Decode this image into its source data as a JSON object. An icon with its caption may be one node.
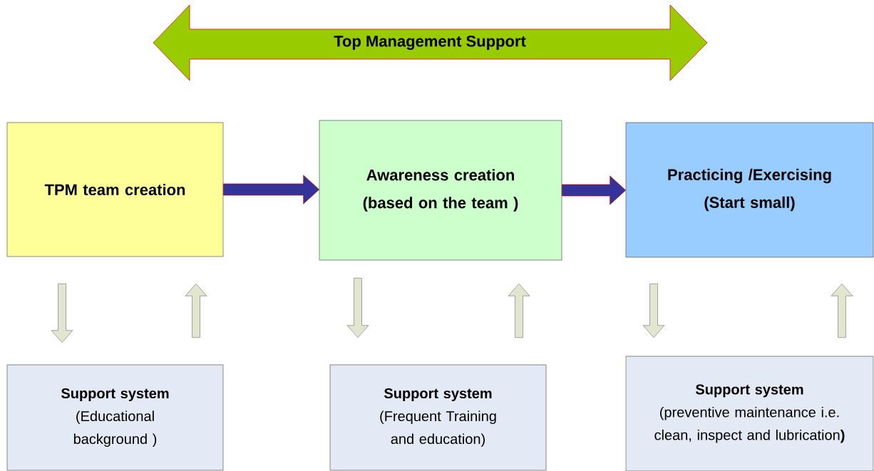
{
  "diagram": {
    "nodes": [
      {
        "text": [
          "Top Management Support"
        ]
      },
      {
        "text": [
          "TPM team creation"
        ]
      },
      {
        "text": [
          "Awareness creation (based on the team )"
        ]
      },
      {
        "text": [
          "Practicing /Exercising (Start small)"
        ]
      },
      {
        "text": [
          "Support system",
          "(Educational background )"
        ]
      },
      {
        "text": [
          "Support system",
          "(Frequent Training and education)"
        ]
      },
      {
        "text": [
          "Support system",
          "(preventive maintenance i.e. clean, inspect and lubrication**)**"
        ]
      }
    ],
    "edges": [
      {
        "from": 1,
        "to": 2,
        "arrow": "to",
        "color": "#333399"
      },
      {
        "from": 2,
        "to": 3,
        "arrow": "to",
        "color": "#333399"
      },
      {
        "from": 1,
        "to": 4,
        "arrow": "to"
      },
      {
        "from": 4,
        "to": 1,
        "arrow": "to"
      },
      {
        "from": 2,
        "to": 5,
        "arrow": "to"
      },
      {
        "from": 5,
        "to": 2,
        "arrow": "to"
      },
      {
        "from": 3,
        "to": 6,
        "arrow": "to"
      },
      {
        "from": 6,
        "to": 3,
        "arrow": "to"
      }
    ]
  }
}
